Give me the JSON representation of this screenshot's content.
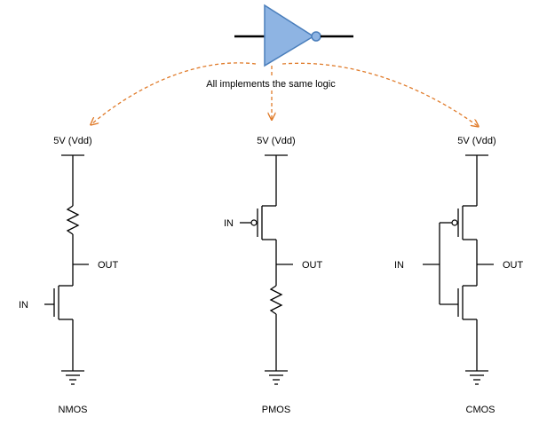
{
  "annotation": "All implements the same logic",
  "circuits": [
    {
      "name": "NMOS",
      "vdd_label": "5V (Vdd)",
      "in_label": "IN",
      "out_label": "OUT"
    },
    {
      "name": "PMOS",
      "vdd_label": "5V (Vdd)",
      "in_label": "IN",
      "out_label": "OUT"
    },
    {
      "name": "CMOS",
      "vdd_label": "5V (Vdd)",
      "in_label": "IN",
      "out_label": "OUT"
    }
  ],
  "colors": {
    "inverter_fill": "#8EB4E3",
    "inverter_stroke": "#4A7EBB",
    "arrow": "#E07B2A",
    "wire": "#000000"
  }
}
